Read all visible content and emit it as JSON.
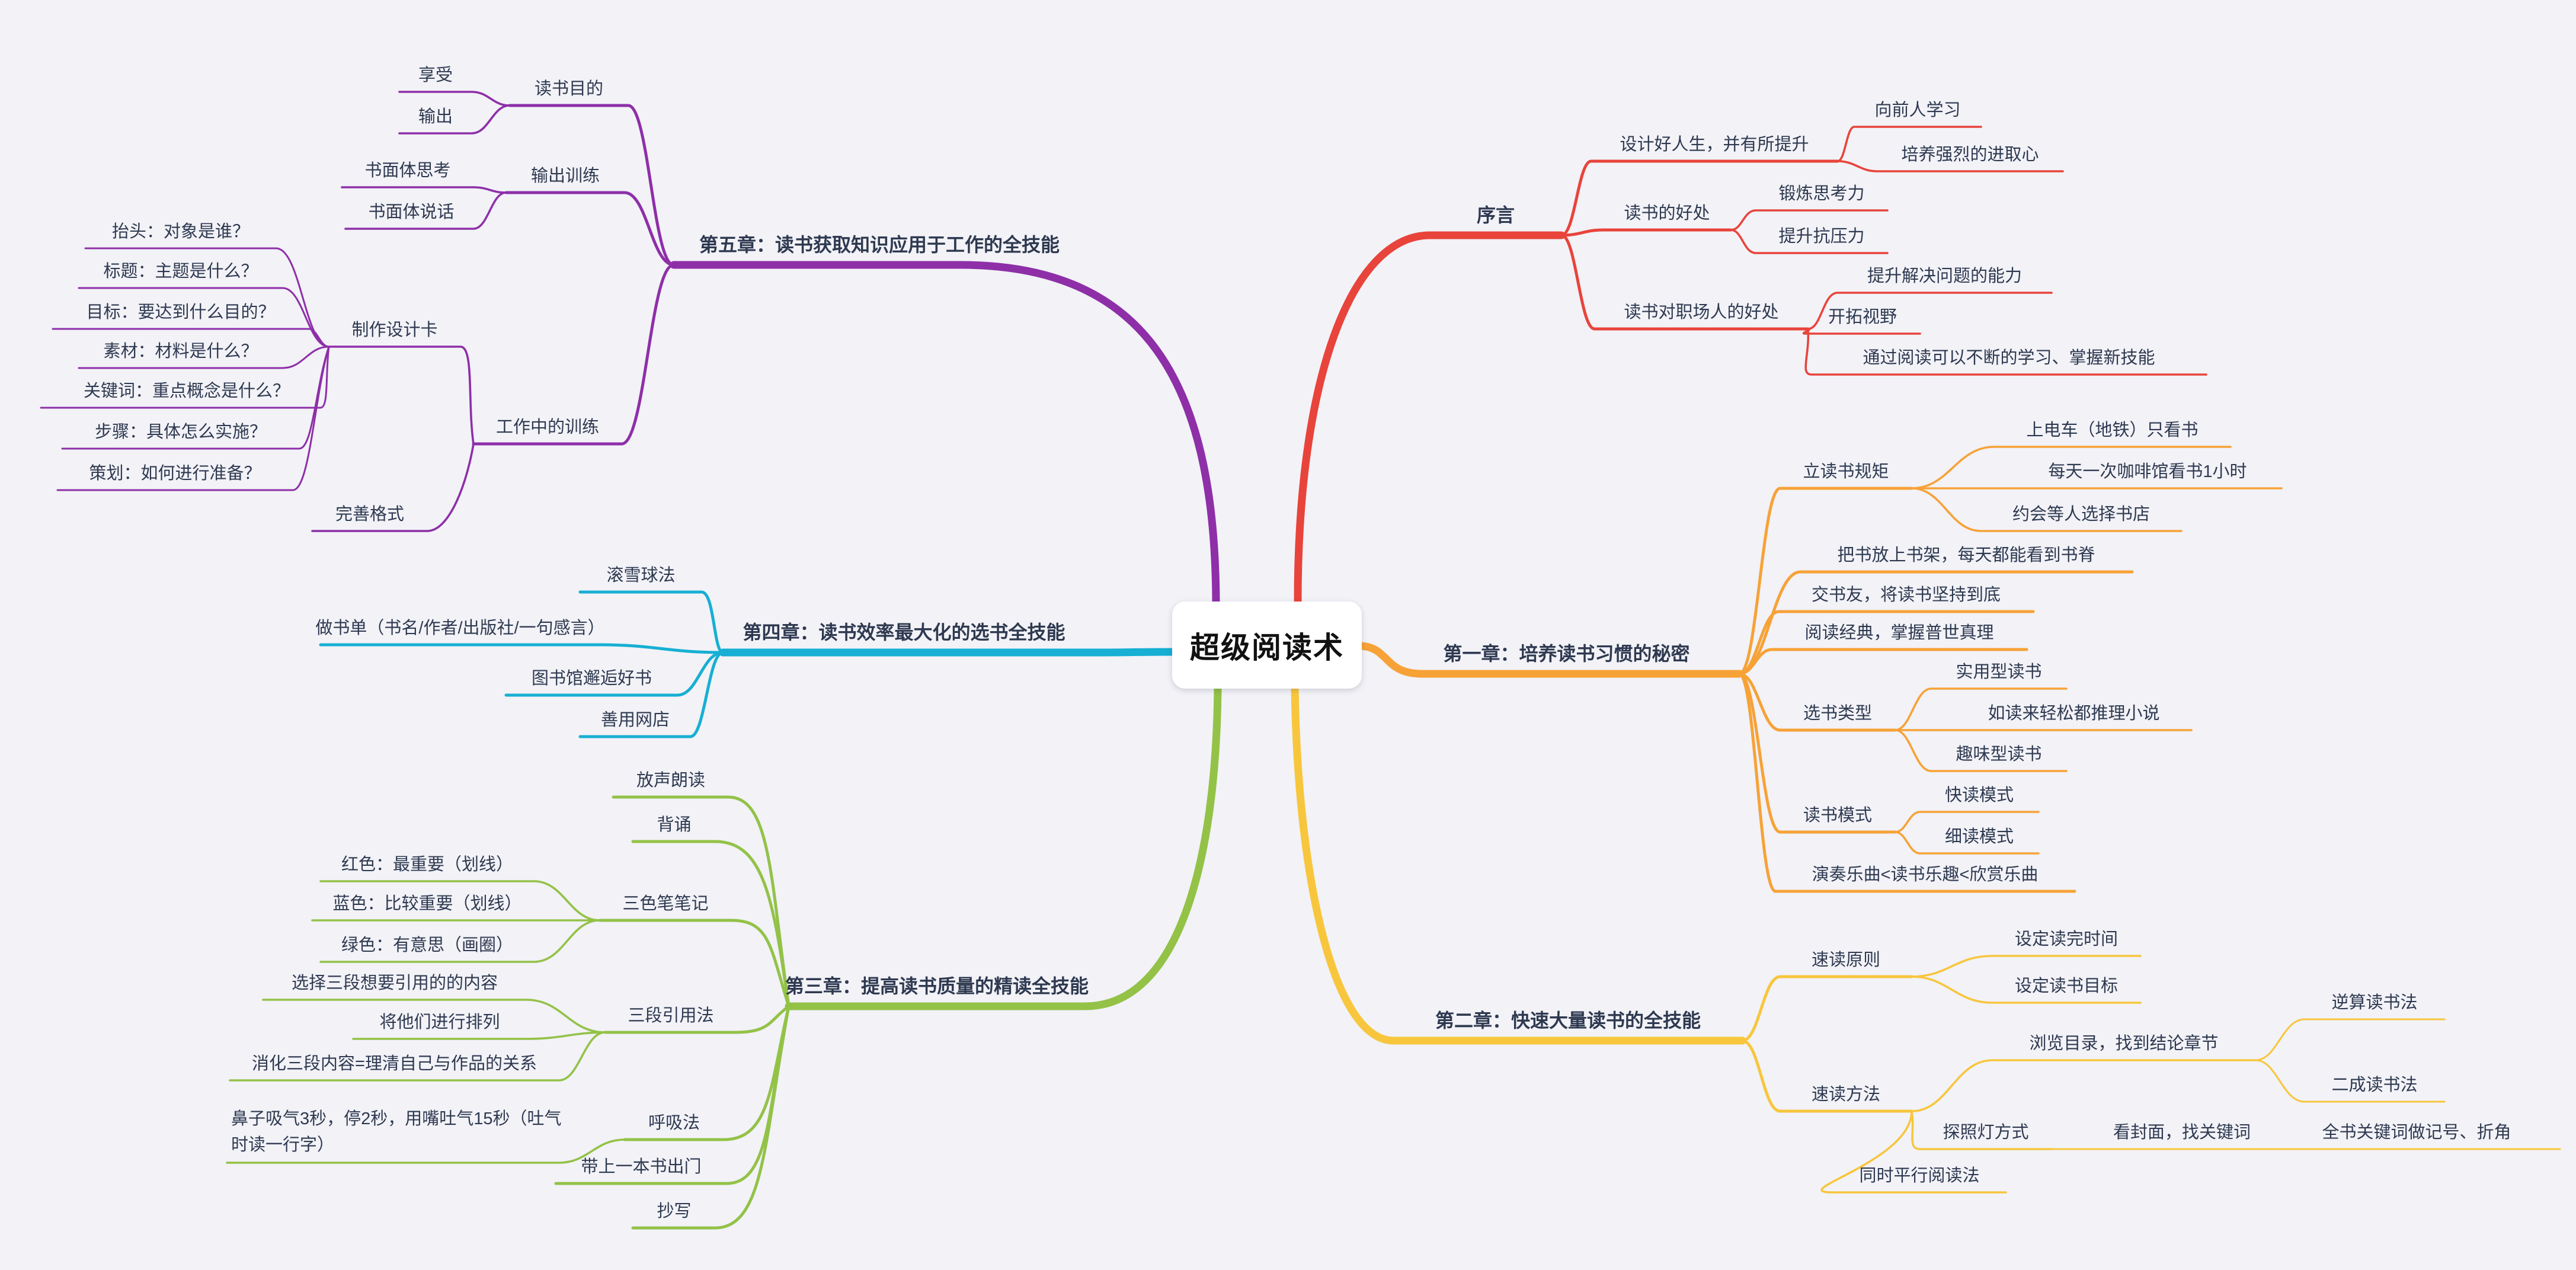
{
  "colors": {
    "background": "#F2F2F7",
    "center_bg": "#FFFFFF",
    "text": "#2E3950"
  },
  "title": {
    "text": "超级阅读术"
  },
  "branches": [
    {
      "label": "序言",
      "color": "#E8443B",
      "children": [
        {
          "label": "设计好人生，并有所提升",
          "children": [
            {
              "label": "向前人学习"
            },
            {
              "label": "培养强烈的进取心"
            }
          ]
        },
        {
          "label": "读书的好处",
          "children": [
            {
              "label": "锻炼思考力"
            },
            {
              "label": "提升抗压力"
            }
          ]
        },
        {
          "label": "读书对职场人的好处",
          "children": [
            {
              "label": "提升解决问题的能力"
            },
            {
              "label": "开拓视野"
            },
            {
              "label": "通过阅读可以不断的学习、掌握新技能"
            }
          ]
        }
      ]
    },
    {
      "label": "第一章：培养读书习惯的秘密",
      "color": "#F7A237",
      "children": [
        {
          "label": "立读书规矩",
          "children": [
            {
              "label": "上电车（地铁）只看书"
            },
            {
              "label": "每天一次咖啡馆看书1小时"
            },
            {
              "label": "约会等人选择书店"
            }
          ]
        },
        {
          "label": "把书放上书架，每天都能看到书脊"
        },
        {
          "label": "交书友，将读书坚持到底"
        },
        {
          "label": "阅读经典，掌握普世真理"
        },
        {
          "label": "选书类型",
          "children": [
            {
              "label": "实用型读书"
            },
            {
              "label": "如读来轻松都推理小说"
            },
            {
              "label": "趣味型读书"
            }
          ]
        },
        {
          "label": "读书模式",
          "children": [
            {
              "label": "快读模式"
            },
            {
              "label": "细读模式"
            }
          ]
        },
        {
          "label": "演奏乐曲<读书乐趣<欣赏乐曲"
        }
      ]
    },
    {
      "label": "第二章：快速大量读书的全技能",
      "color": "#F8C63D",
      "children": [
        {
          "label": "速读原则",
          "children": [
            {
              "label": "设定读完时间"
            },
            {
              "label": "设定读书目标"
            }
          ]
        },
        {
          "label": "速读方法",
          "children": [
            {
              "label": "浏览目录，找到结论章节",
              "children": [
                {
                  "label": "逆算读书法"
                },
                {
                  "label": "二成读书法"
                }
              ]
            },
            {
              "label": "探照灯方式",
              "children": [
                {
                  "label": "看封面，找关键词",
                  "children": [
                    {
                      "label": "全书关键词做记号、折角"
                    }
                  ]
                }
              ]
            },
            {
              "label": "同时平行阅读法"
            }
          ]
        }
      ]
    },
    {
      "label": "第三章：提高读书质量的精读全技能",
      "color": "#93C247",
      "children": [
        {
          "label": "放声朗读"
        },
        {
          "label": "背诵"
        },
        {
          "label": "三色笔笔记",
          "children": [
            {
              "label": "红色：最重要（划线）"
            },
            {
              "label": "蓝色：比较重要（划线）"
            },
            {
              "label": "绿色：有意思（画圈）"
            }
          ]
        },
        {
          "label": "三段引用法",
          "children": [
            {
              "label": "选择三段想要引用的的内容"
            },
            {
              "label": "将他们进行排列"
            },
            {
              "label": "消化三段内容=理清自己与作品的关系"
            }
          ]
        },
        {
          "label": "呼吸法",
          "children": [
            {
              "label": "鼻子吸气3秒，停2秒，用嘴吐气15秒（吐气时读一行字）"
            }
          ]
        },
        {
          "label": "带上一本书出门"
        },
        {
          "label": "抄写"
        }
      ]
    },
    {
      "label": "第四章：读书效率最大化的选书全技能",
      "color": "#17AFD3",
      "children": [
        {
          "label": "滚雪球法"
        },
        {
          "label": "做书单（书名/作者/出版社/一句感言）"
        },
        {
          "label": "图书馆邂逅好书"
        },
        {
          "label": "善用网店"
        }
      ]
    },
    {
      "label": "第五章：读书获取知识应用于工作的全技能",
      "color": "#8E2FA8",
      "children": [
        {
          "label": "读书目的",
          "children": [
            {
              "label": "享受"
            },
            {
              "label": "输出"
            }
          ]
        },
        {
          "label": "输出训练",
          "children": [
            {
              "label": "书面体思考"
            },
            {
              "label": "书面体说话"
            }
          ]
        },
        {
          "label": "工作中的训练",
          "children": [
            {
              "label": "制作设计卡",
              "children": [
                {
                  "label": "抬头：对象是谁？"
                },
                {
                  "label": "标题：主题是什么？"
                },
                {
                  "label": "目标：要达到什么目的？"
                },
                {
                  "label": "素材：材料是什么？"
                },
                {
                  "label": "关键词：重点概念是什么？"
                },
                {
                  "label": "步骤：具体怎么实施？"
                },
                {
                  "label": "策划：如何进行准备？"
                }
              ]
            },
            {
              "label": "完善格式"
            }
          ]
        }
      ]
    }
  ]
}
